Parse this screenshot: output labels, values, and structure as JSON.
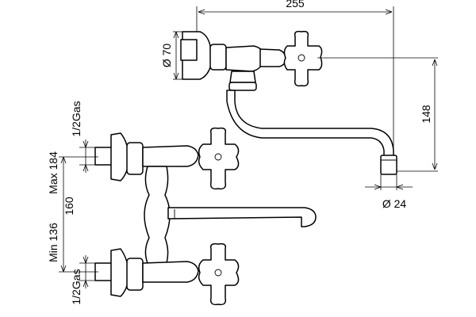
{
  "dimensions": {
    "width_255": "255",
    "diameter_70": "Ø 70",
    "height_148": "148",
    "diameter_24": "Ø 24",
    "thread_top": "1/2Gas",
    "thread_bottom": "1/2Gas",
    "range_max": "Max 184",
    "range_nominal": "160",
    "range_min": "Min 136"
  }
}
